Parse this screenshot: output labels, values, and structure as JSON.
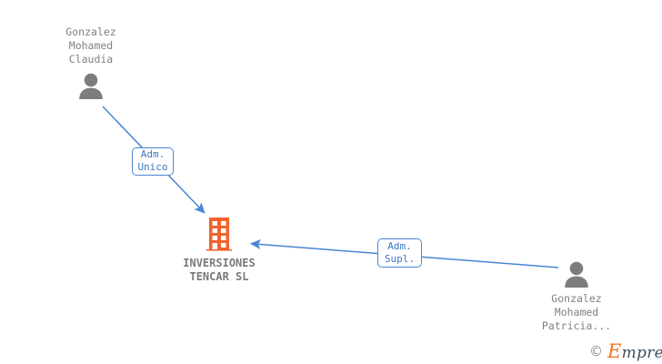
{
  "diagram": {
    "background_color": "#ffffff",
    "edge_color": "#4a86d4",
    "person_color": "#808080",
    "company_color": "#f4622d",
    "nodes": [
      {
        "id": "person-claudia",
        "type": "person",
        "icon": "person-avatar-icon",
        "label": "Gonzalez\nMohamed\nClaudia",
        "label_position": "above"
      },
      {
        "id": "company-inversiones-tencar",
        "type": "company",
        "icon": "company-building-icon",
        "label": "INVERSIONES\nTENCAR SL",
        "label_position": "below"
      },
      {
        "id": "person-patricia",
        "type": "person",
        "icon": "person-avatar-icon",
        "label": "Gonzalez\nMohamed\nPatricia...",
        "label_position": "below"
      }
    ],
    "edges": [
      {
        "id": "edge-adm-unico",
        "from": "person-claudia",
        "to": "company-inversiones-tencar",
        "label": "Adm.\nUnico"
      },
      {
        "id": "edge-adm-supl",
        "from": "person-patricia",
        "to": "company-inversiones-tencar",
        "label": "Adm.\nSupl."
      }
    ]
  },
  "watermark": {
    "copyright_symbol": "©",
    "brand_initial": "E",
    "brand_rest": "mpresia"
  }
}
